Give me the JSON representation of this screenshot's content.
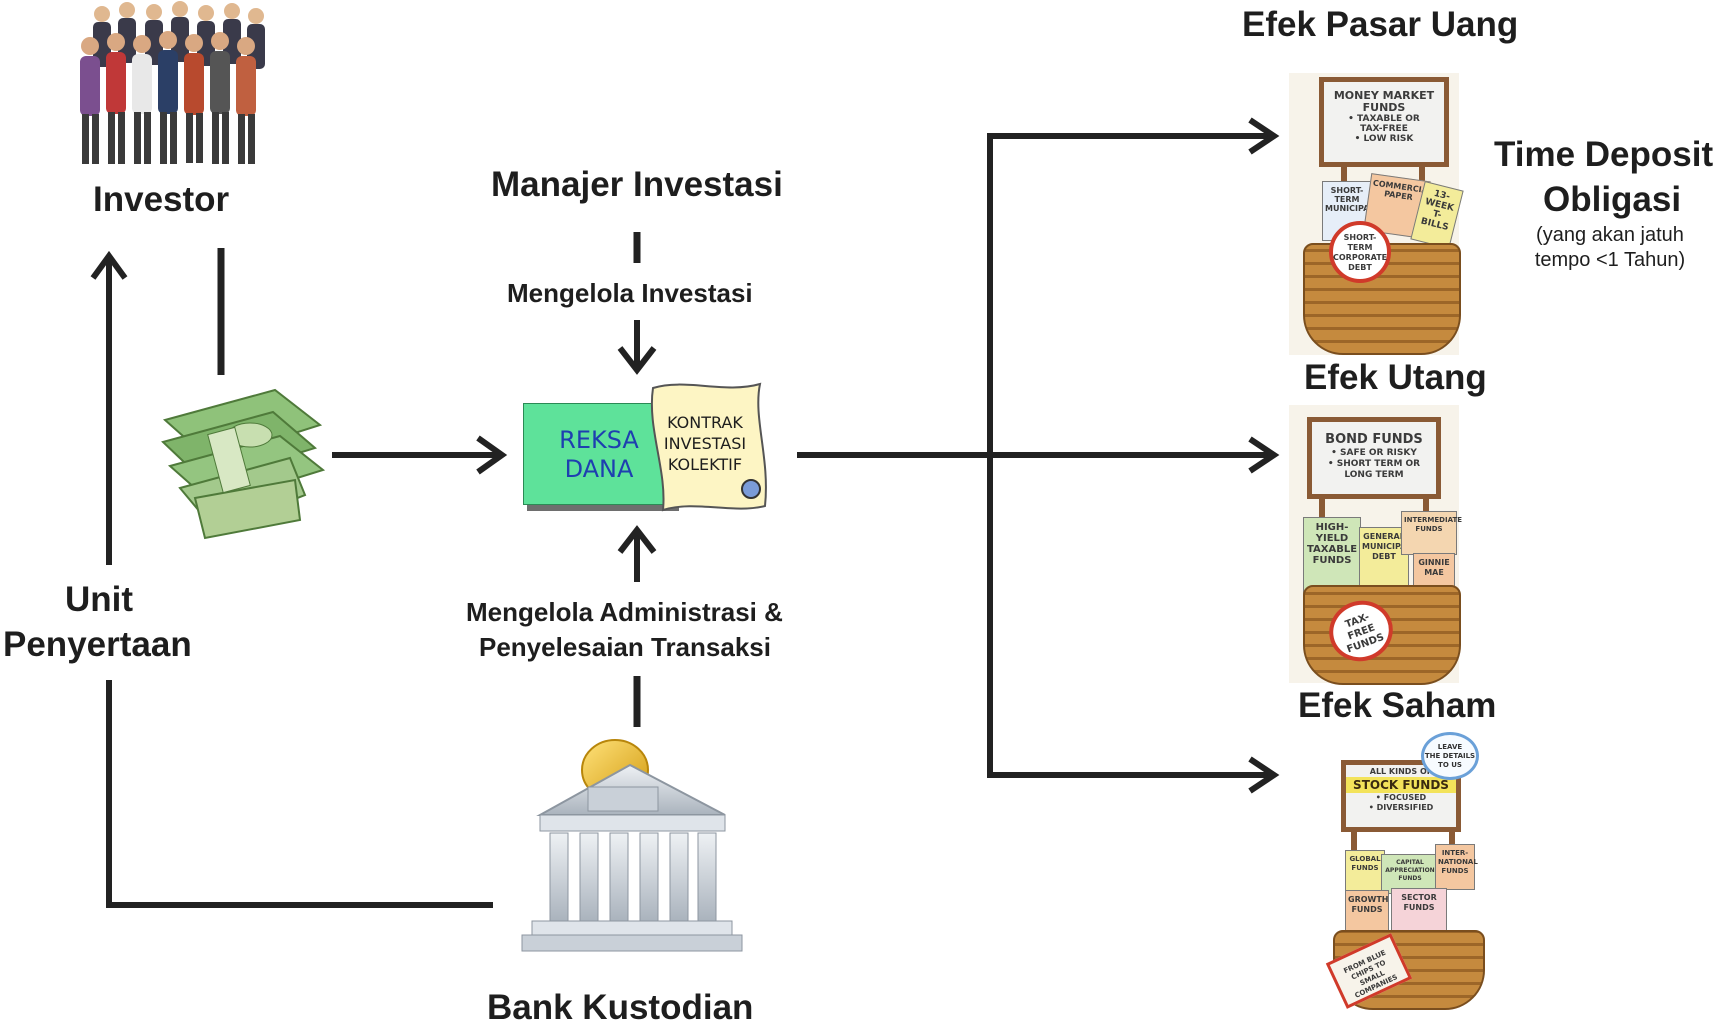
{
  "investor": {
    "label": "Investor"
  },
  "manager": {
    "title": "Manajer Investasi",
    "action": "Mengelola Investasi"
  },
  "fund": {
    "reksa_dana": "REKSA\nDANA",
    "kontrak": "KONTRAK\nINVESTASI\nKOLEKTIF"
  },
  "custodian": {
    "label": "Bank Kustodian",
    "action_line1": "Mengelola Administrasi &",
    "action_line2": "Penyelesaian Transaksi"
  },
  "units": {
    "line1": "Unit",
    "line2": "Penyertaan"
  },
  "money_market": {
    "title": "Efek Pasar Uang",
    "note_line1": "Time Deposit",
    "note_line2": "Obligasi",
    "note_sub1": "(yang akan jatuh",
    "note_sub2": "tempo <1 Tahun)",
    "sign_title": "MONEY MARKET\nFUNDS",
    "sign_items": "• TAXABLE OR\nTAX-FREE\n• LOW RISK",
    "papers": [
      "SHORT-\nTERM\nMUNICIPAL",
      "COMMERCIAL\nPAPER",
      "13-\nWEEK\nT-BILLS"
    ],
    "badge": "SHORT-\nTERM\nCORPORATE\nDEBT"
  },
  "debt": {
    "title": "Efek Utang",
    "sign_title": "BOND FUNDS",
    "sign_items": "• SAFE OR RISKY\n• SHORT TERM OR\nLONG TERM",
    "papers": [
      "HIGH-\nYIELD\nTAXABLE\nFUNDS",
      "GENERAL\nMUNICIPAL\nDEBT",
      "INTERMEDIATE\nFUNDS",
      "GINNIE\nMAE"
    ],
    "badge": "TAX-\nFREE\nFUNDS"
  },
  "equity": {
    "title": "Efek Saham",
    "sign_top": "ALL KINDS OF",
    "sign_title": "STOCK FUNDS",
    "sign_items": "• FOCUSED\n• DIVERSIFIED",
    "bubble": "LEAVE\nTHE DETAILS\nTO US",
    "papers": [
      "GLOBAL\nFUNDS",
      "CAPITAL\nAPPRECIATION\nFUNDS",
      "INTER-\nNATIONAL\nFUNDS",
      "GROWTH\nFUNDS",
      "SECTOR\nFUNDS"
    ],
    "badge": "FROM BLUE\nCHIPS TO SMALL\nCOMPANIES"
  },
  "colors": {
    "line": "#222222",
    "reksa": "#5ee29a",
    "reksa_text": "#1e3fb0",
    "kontrak": "#fdf5c4",
    "money": "#7fb46a",
    "basket": "#c58a3e"
  }
}
